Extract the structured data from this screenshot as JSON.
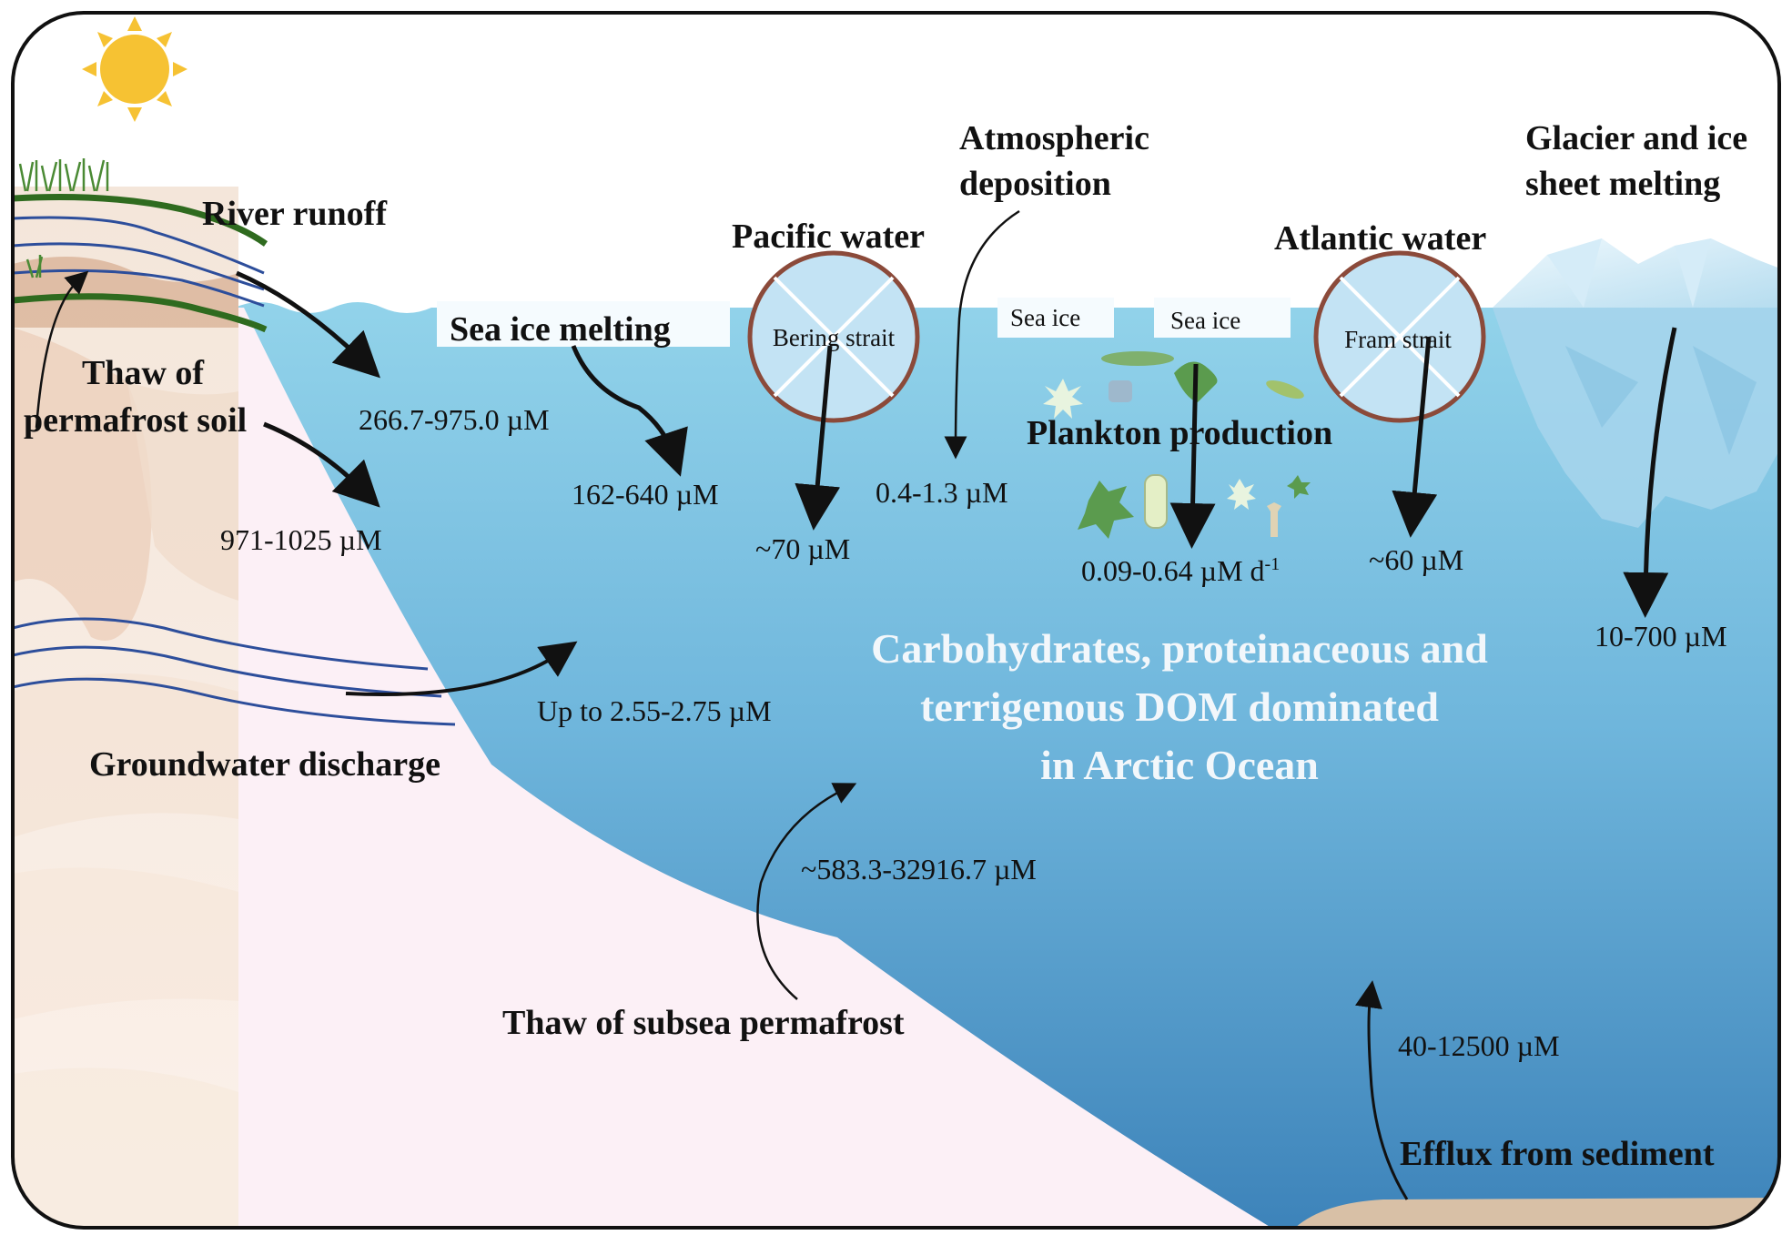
{
  "labels": {
    "river_runoff": "River runoff",
    "thaw_permafrost_line1": "Thaw of",
    "thaw_permafrost_line2": "permafrost soil",
    "sea_ice_melting": "Sea ice melting",
    "pacific_water": "Pacific water",
    "bering_strait": "Bering strait",
    "atmospheric_line1": "Atmospheric",
    "atmospheric_line2": "deposition",
    "sea_ice_1": "Sea ice",
    "sea_ice_2": "Sea ice",
    "plankton_production": "Plankton production",
    "atlantic_water": "Atlantic water",
    "fram_strait": "Fram strait",
    "glacier_line1": "Glacier and ice",
    "glacier_line2": "sheet melting",
    "groundwater_discharge": "Groundwater discharge",
    "thaw_subsea_permafrost": "Thaw of subsea permafrost",
    "efflux_from_sediment": "Efflux from sediment"
  },
  "values": {
    "river_runoff": "266.7-975.0 µM",
    "permafrost_soil": "971-1025 µM",
    "sea_ice_melting": "162-640 µM",
    "pacific_water": "~70 µM",
    "atmospheric_deposition": "0.4-1.3 µM",
    "plankton_production": "0.09-0.64 µM d",
    "plankton_production_sup": "-1",
    "atlantic_water": "~60 µM",
    "glacier_melting": "10-700 µM",
    "groundwater_discharge": "Up to 2.55-2.75 µM",
    "subsea_permafrost": "~583.3-32916.7 µM",
    "efflux_sediment": "40-12500 µM"
  },
  "main_text": {
    "line1": "Carbohydrates, proteinaceous and",
    "line2": "terrigenous DOM dominated",
    "line3": "in Arctic Ocean"
  },
  "colors": {
    "ocean_top": "#8ccfe8",
    "ocean_bottom": "#3f86bd",
    "seafloor": "#fcf0f6",
    "land": "#e8c9b0",
    "sun": "#f6c233",
    "strait_ring": "#8b4a3a",
    "plankton_green": "#5b9b4e"
  },
  "icons": [
    "sun-icon",
    "grass-icon",
    "iceberg-icon",
    "plankton-icon",
    "arrow-icon"
  ]
}
